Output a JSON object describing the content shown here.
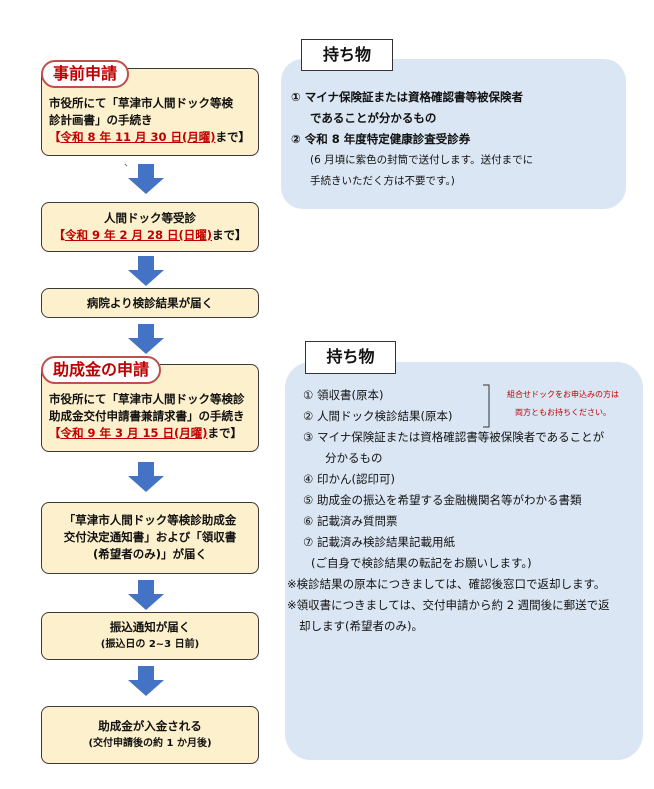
{
  "steps": {
    "s1": {
      "tag": "事前申請",
      "line1": "市役所にて「草津市人間ドック等検",
      "line2": "診計画書」の手続き",
      "deadline_open": "【",
      "deadline": "令和 8 年 11 月 30 日(月曜)",
      "deadline_close": "まで】",
      "stray": "、"
    },
    "s2": {
      "line1": "人間ドック等受診",
      "deadline_open": "【",
      "deadline": "令和 9 年 2 月 28 日(日曜)",
      "deadline_close": "まで】"
    },
    "s3": {
      "line1": "病院より検診結果が届く"
    },
    "s4": {
      "tag": "助成金の申請",
      "line1": "市役所にて「草津市人間ドック等検診",
      "line2": "助成金交付申請書兼請求書」の手続き",
      "deadline_open": "【",
      "deadline": "令和 9 年 3 月 15 日(月曜)",
      "deadline_close": "まで】"
    },
    "s5": {
      "line1": "「草津市人間ドック等検診助成金",
      "line2": "交付決定通知書」および「領収書",
      "line3": "(希望者のみ)」が届く"
    },
    "s6": {
      "line1": "振込通知が届く",
      "line2": "(振込日の 2~3 日前)"
    },
    "s7": {
      "line1": "助成金が入金される",
      "line2": "(交付申請後の約 1 か月後)"
    }
  },
  "panel1": {
    "title": "持ち物",
    "items": [
      "① マイナ保険証または資格確認書等被保険者",
      "であることが分かるもの",
      "② 令和 8 年度特定健康診査受診券",
      "(6 月頃に紫色の封筒で送付します。送付までに",
      "手続きいただく方は不要です。)"
    ]
  },
  "panel2": {
    "title": "持ち物",
    "items": [
      "① 領収書(原本)",
      "② 人間ドック検診結果(原本)",
      "③ マイナ保険証または資格確認書等被保険者であることが",
      "分かるもの",
      "④ 印かん(認印可)",
      "⑤ 助成金の振込を希望する金融機関名等がわかる書類",
      "⑥ 記載済み質問票",
      "⑦ 記載済み検診結果記載用紙",
      "(ご自身で検診結果の転記をお願いします。)",
      "※検診結果の原本につきましては、確認後窓口で返却します。",
      "※領収書につきましては、交付申請から約 2 週間後に郵送で返",
      "却します(希望者のみ)。"
    ],
    "note1": "組合せドックをお申込みの方は",
    "note2": "両方ともお持ちください。"
  },
  "colors": {
    "step_fill": "#fdf0cc",
    "panel_fill": "#dae6f3",
    "arrow": "#4472c4",
    "accent_red": "#c00000"
  }
}
